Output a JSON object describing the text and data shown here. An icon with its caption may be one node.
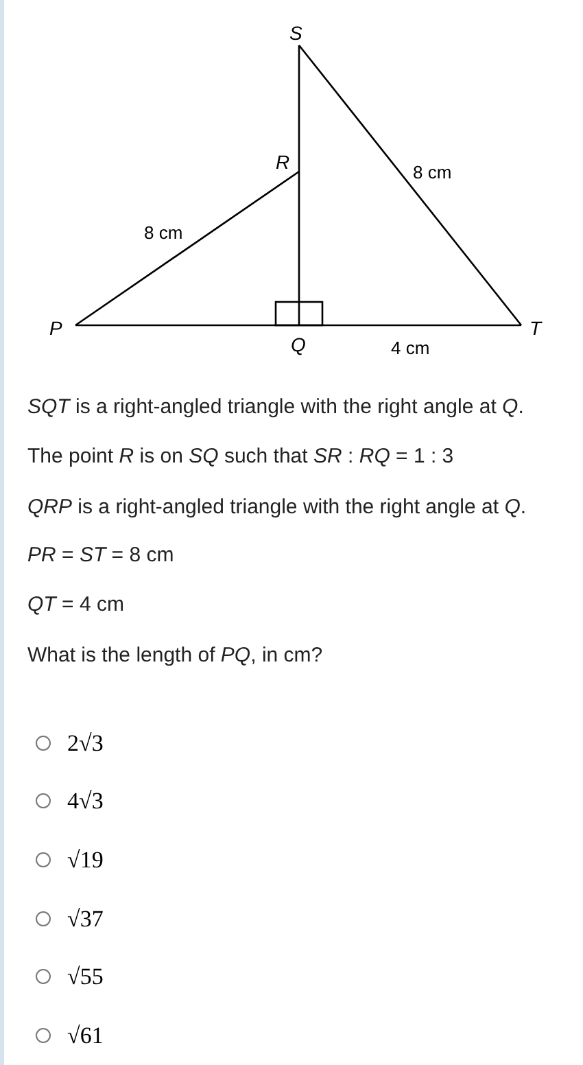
{
  "diagram": {
    "nodes": [
      {
        "text": [
          "S"
        ]
      },
      {
        "text": [
          "R"
        ]
      },
      {
        "text": [
          "P"
        ]
      },
      {
        "text": [
          "Q"
        ]
      },
      {
        "text": [
          "T"
        ]
      }
    ],
    "edges": [
      {
        "from": 0,
        "to": 1,
        "arrow": "none"
      },
      {
        "from": 1,
        "to": 3,
        "arrow": "none"
      },
      {
        "from": 0,
        "to": 4,
        "arrow": "none",
        "label": "8 cm"
      },
      {
        "from": 2,
        "to": 1,
        "arrow": "none",
        "label": "8 cm"
      },
      {
        "from": 2,
        "to": 3,
        "arrow": "none"
      },
      {
        "from": 3,
        "to": 4,
        "arrow": "none",
        "label": "4 cm"
      }
    ],
    "labels": [
      "*SQT* is a right-angled triangle with the right angle at *Q*.",
      "The point *R* is on *SQ* such that *SR* : *RQ* = 1 : 3",
      "*QRP* is a right-angled triangle with the right angle at *Q*.",
      "*PR* = *ST* = 8 cm",
      "*QT* = 4 cm",
      "What is the length of *PQ*, in cm?",
      "2√3",
      "4√3",
      "√19",
      "√37",
      "√55",
      "√61"
    ]
  }
}
